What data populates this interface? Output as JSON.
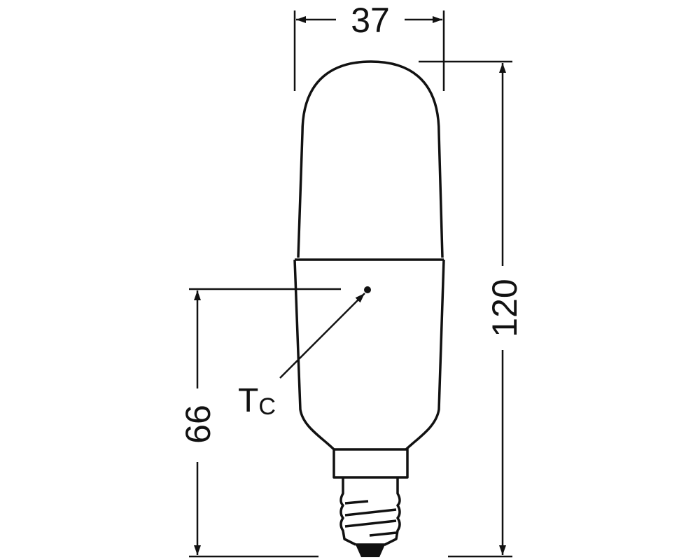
{
  "dimensions": {
    "width": "37",
    "height": "120",
    "tc_height": "66"
  },
  "labels": {
    "tc_main": "T",
    "tc_sub": "C"
  },
  "colors": {
    "line": "#111111",
    "background": "#ffffff"
  }
}
